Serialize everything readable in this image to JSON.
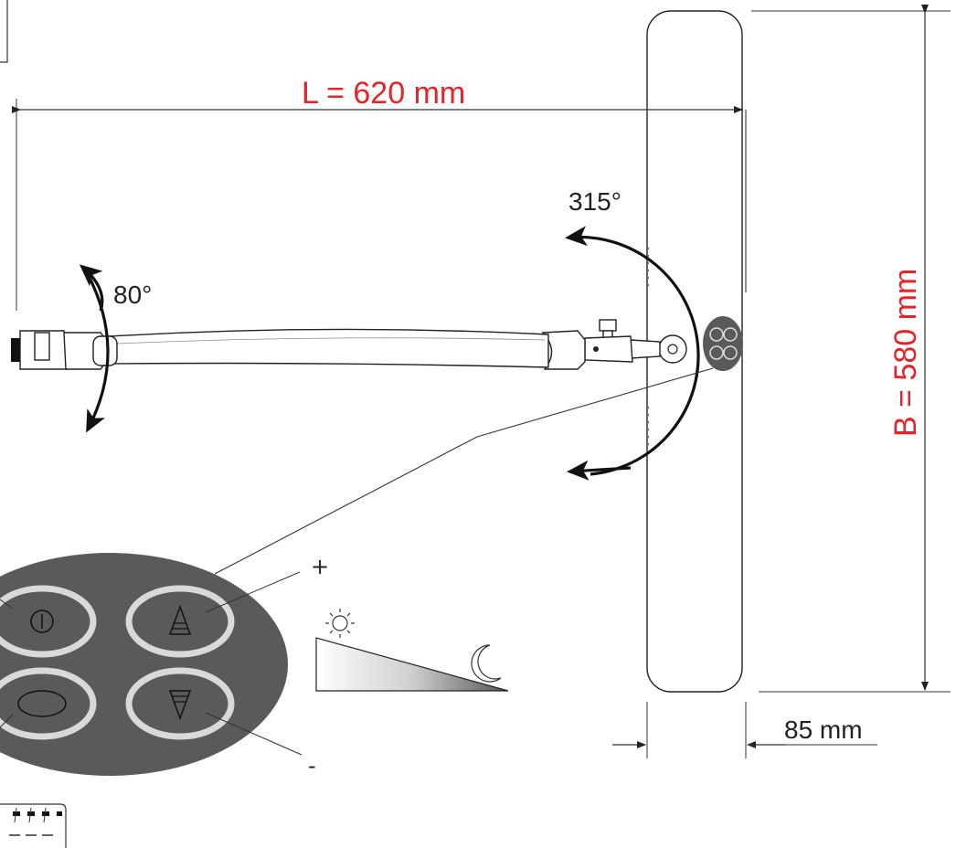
{
  "dimensions": {
    "length_label": "L = 620 mm",
    "width_label": "B = 580 mm",
    "depth_label": "85 mm"
  },
  "angles": {
    "head_rotation": "315°",
    "arm_tilt": "80°"
  },
  "keypad": {
    "buttons": [
      "power-button",
      "brightness-up-button",
      "mode-button",
      "brightness-down-button"
    ],
    "plus_symbol": "+",
    "minus_symbol": "-"
  },
  "brightness_scale": {
    "high_icon": "sun-icon",
    "low_icon": "moon-icon"
  },
  "colors": {
    "dimension_red": "#e3242b",
    "keypad_dark": "#5a5a5a",
    "key_ring": "#d9d9d9"
  }
}
